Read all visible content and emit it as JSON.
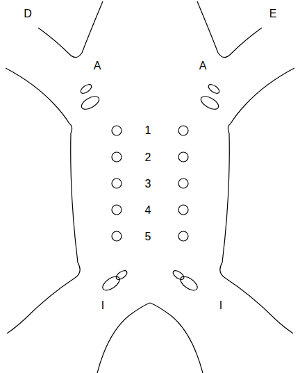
{
  "diagram": {
    "labels": [
      "D",
      "E",
      "A",
      "A",
      "1",
      "2",
      "3",
      "4",
      "5",
      "I",
      "I"
    ]
  }
}
